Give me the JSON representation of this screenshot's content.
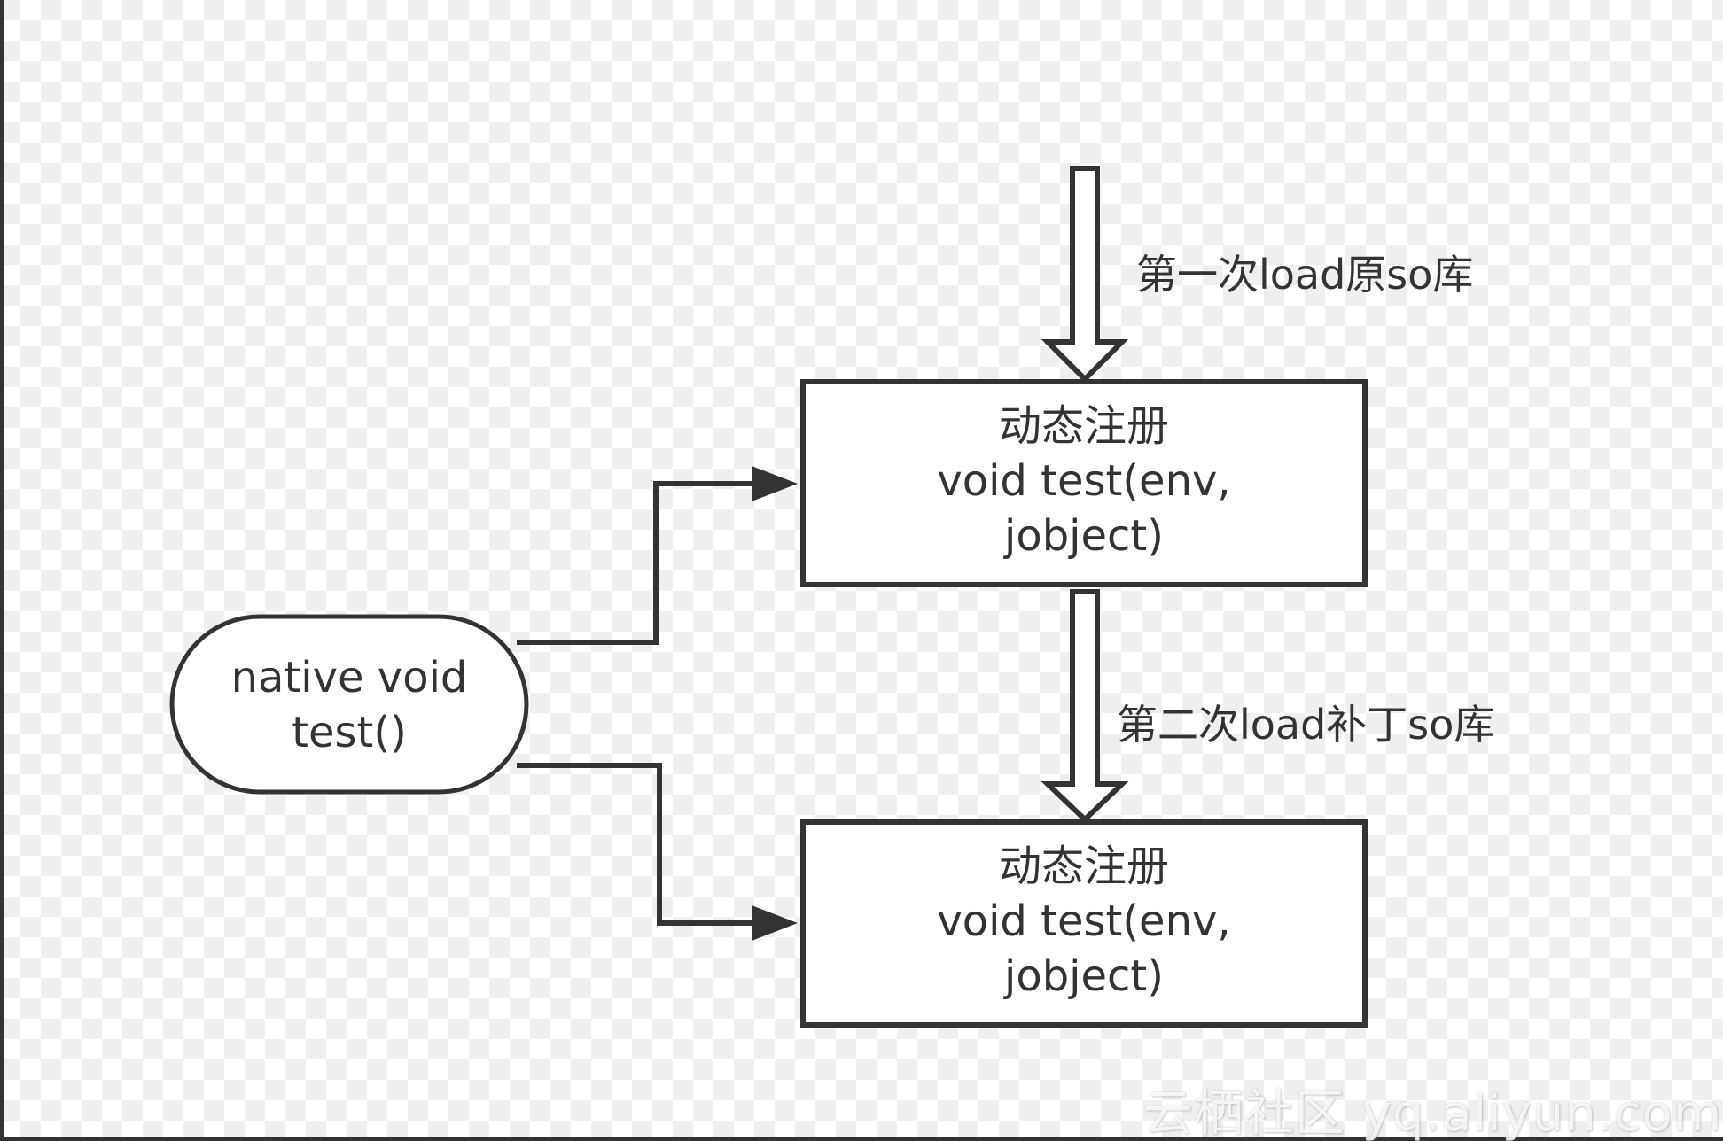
{
  "nodes": {
    "native": {
      "line1": "native void",
      "line2": "test()"
    },
    "register_top": {
      "line1": "动态注册",
      "line2": "void test(env,",
      "line3": "jobject)"
    },
    "register_bottom": {
      "line1": "动态注册",
      "line2": "void test(env,",
      "line3": "jobject)"
    }
  },
  "edges": {
    "first_load": "第一次load原so库",
    "second_load": "第二次load补丁so库"
  },
  "watermark": "云栖社区 yq.aliyun.com",
  "colors": {
    "stroke": "#333333",
    "text": "#333333",
    "checker": "#efefef",
    "background": "#ffffff"
  }
}
